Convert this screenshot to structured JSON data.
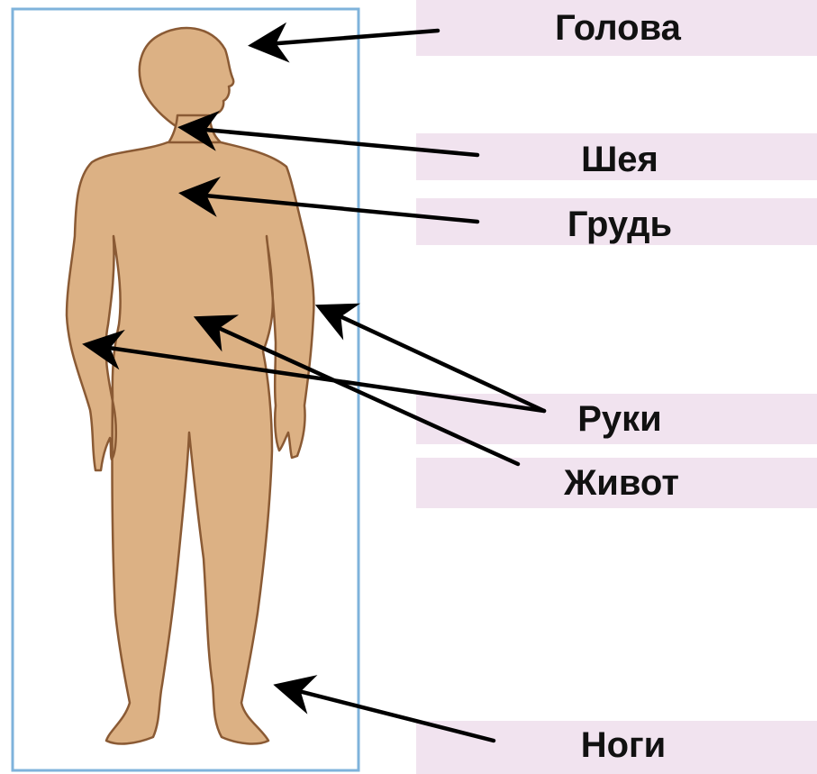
{
  "labels": {
    "head": "Голова",
    "neck": "Шея",
    "chest": "Грудь",
    "arms": "Руки",
    "belly": "Живот",
    "legs": "Ноги"
  },
  "colors": {
    "skin": "#dcb184",
    "outline": "#8a5a34",
    "frame": "#7fb3db",
    "label_band": "#f1e3ef",
    "arrow": "#000000"
  }
}
